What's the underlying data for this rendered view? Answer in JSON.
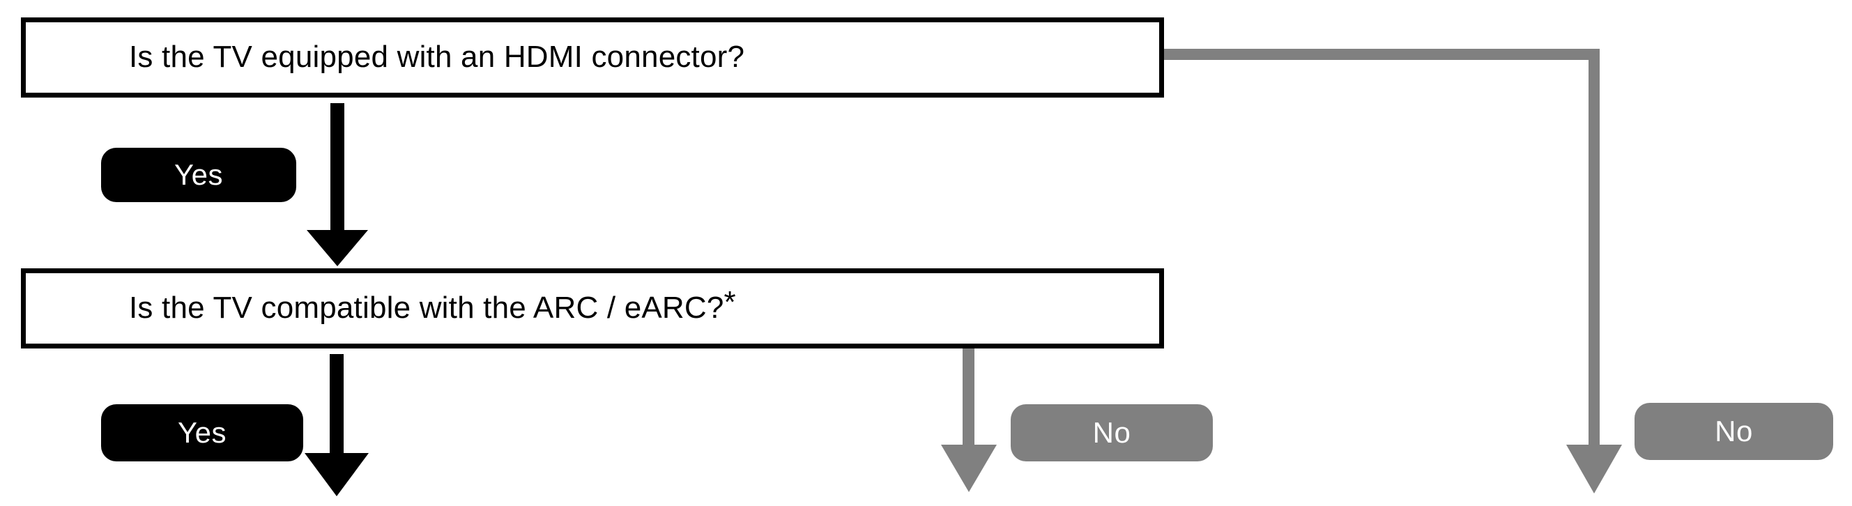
{
  "diagram": {
    "type": "flowchart",
    "title": "",
    "background_color": "#ffffff",
    "colors": {
      "yes_branch": "#000000",
      "no_branch": "#808080",
      "box_border": "#000000",
      "box_fill": "#ffffff",
      "label_text": "#ffffff",
      "box_text": "#000000"
    },
    "nodes": [
      {
        "id": "box-hdmi",
        "shape": "rectangle",
        "text": "Is the TV equipped with an HDMI connector?"
      },
      {
        "id": "box-arc",
        "shape": "rectangle",
        "text": "Is the TV compatible with the ARC / eARC?",
        "footnote_marker": "*"
      }
    ],
    "edge_labels": [
      {
        "id": "pill-yes-1",
        "label": "Yes",
        "branch": "yes",
        "from": "box-hdmi"
      },
      {
        "id": "pill-yes-2",
        "label": "Yes",
        "branch": "yes",
        "from": "box-arc"
      },
      {
        "id": "pill-no-1",
        "label": "No",
        "branch": "no",
        "from": "box-arc"
      },
      {
        "id": "pill-no-2",
        "label": "No",
        "branch": "no",
        "from": "box-hdmi"
      }
    ],
    "edges": [
      {
        "id": "edge-hdmi-yes",
        "from": "box-hdmi",
        "to": "box-arc",
        "branch": "yes",
        "style": "solid-black-arrow",
        "direction": "down"
      },
      {
        "id": "edge-arc-yes",
        "from": "box-arc",
        "to": "offscreen-below",
        "branch": "yes",
        "style": "solid-black-arrow",
        "direction": "down"
      },
      {
        "id": "edge-arc-no",
        "from": "box-arc",
        "to": "offscreen-below",
        "branch": "no",
        "style": "solid-gray-arrow",
        "direction": "down"
      },
      {
        "id": "edge-hdmi-no",
        "from": "box-hdmi",
        "to": "offscreen-below",
        "branch": "no",
        "style": "solid-gray-arrow",
        "direction": "right-then-down"
      }
    ]
  }
}
